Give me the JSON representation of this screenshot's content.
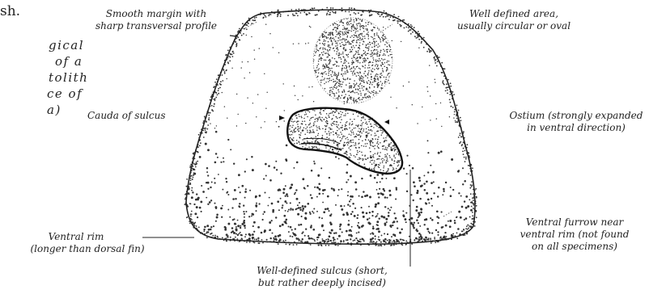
{
  "left_text": {
    "top_fragment": "sh.",
    "body_lines": [
      "gical",
      "of  a",
      "tolith",
      "ce  of",
      "a)"
    ]
  },
  "labels": {
    "smooth_margin": [
      "Smooth margin with",
      "sharp transversal profile"
    ],
    "well_defined_area": [
      "Well defined area,",
      "usually circular or oval"
    ],
    "cauda": [
      "Cauda of sulcus"
    ],
    "ostium": [
      "Ostium (strongly expanded",
      "in ventral direction)"
    ],
    "ventral_rim": [
      "Ventral rim",
      "(longer than dorsal fin)"
    ],
    "ventral_furrow": [
      "Ventral furrow near",
      "ventral rim (not found",
      "on all specimens)"
    ],
    "sulcus": [
      "Well-defined sulcus (short,",
      "but rather deeply incised)"
    ]
  },
  "colors": {
    "ink": "#222222",
    "stipple": "#333333"
  }
}
